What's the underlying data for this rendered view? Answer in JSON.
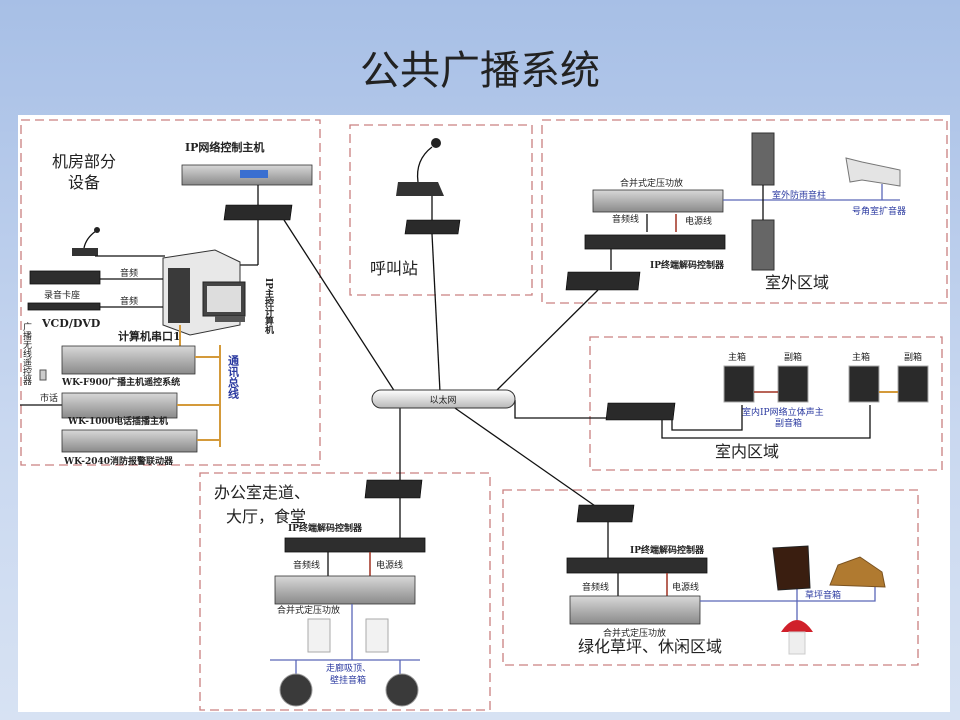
{
  "title": "公共广播系统",
  "network": {
    "label": "以太网"
  },
  "machine_room": {
    "title_line1": "机房部分",
    "title_line2": "设备",
    "ip_host": "IP网络控制主机",
    "ip_computer": "IP主控计算机",
    "audio1": "音频",
    "audio2": "音频",
    "tape_deck": "录音卡座",
    "vcd": "VCD/DVD",
    "serial_port": "计算机串口1",
    "wireless_remote": "广播无线遥控器",
    "wk_f900": "WK-F900广播主机遥控系统",
    "city_phone": "市话",
    "wk_1000": "WK-1000电话插播主机",
    "wk_2040": "WK-2040消防报警联动器",
    "bus": "通讯总线"
  },
  "call_station": {
    "label": "呼叫站"
  },
  "outdoor": {
    "amp": "合并式定压功放",
    "audio_line": "音频线",
    "power_line": "电源线",
    "decoder": "IP终端解码控制器",
    "column_speaker": "室外防雨音柱",
    "horn": "号角室扩音器",
    "area": "室外区域"
  },
  "indoor": {
    "main1": "主箱",
    "sub1": "副箱",
    "main2": "主箱",
    "sub2": "副箱",
    "speaker_line1": "室内IP网络立体声主",
    "speaker_line2": "副音箱",
    "area": "室内区域"
  },
  "office": {
    "title_line1": "办公室走道、",
    "title_line2": "大厅，食堂",
    "decoder": "IP终端解码控制器",
    "audio_line": "音频线",
    "power_line": "电源线",
    "amp": "合并式定压功放",
    "speaker_line1": "走廊吸顶、",
    "speaker_line2": "壁挂音箱"
  },
  "lawn": {
    "decoder": "IP终端解码控制器",
    "audio_line": "音频线",
    "power_line": "电源线",
    "amp": "合并式定压功放",
    "speaker": "草坪音箱",
    "area": "绿化草坪、休闲区域"
  }
}
